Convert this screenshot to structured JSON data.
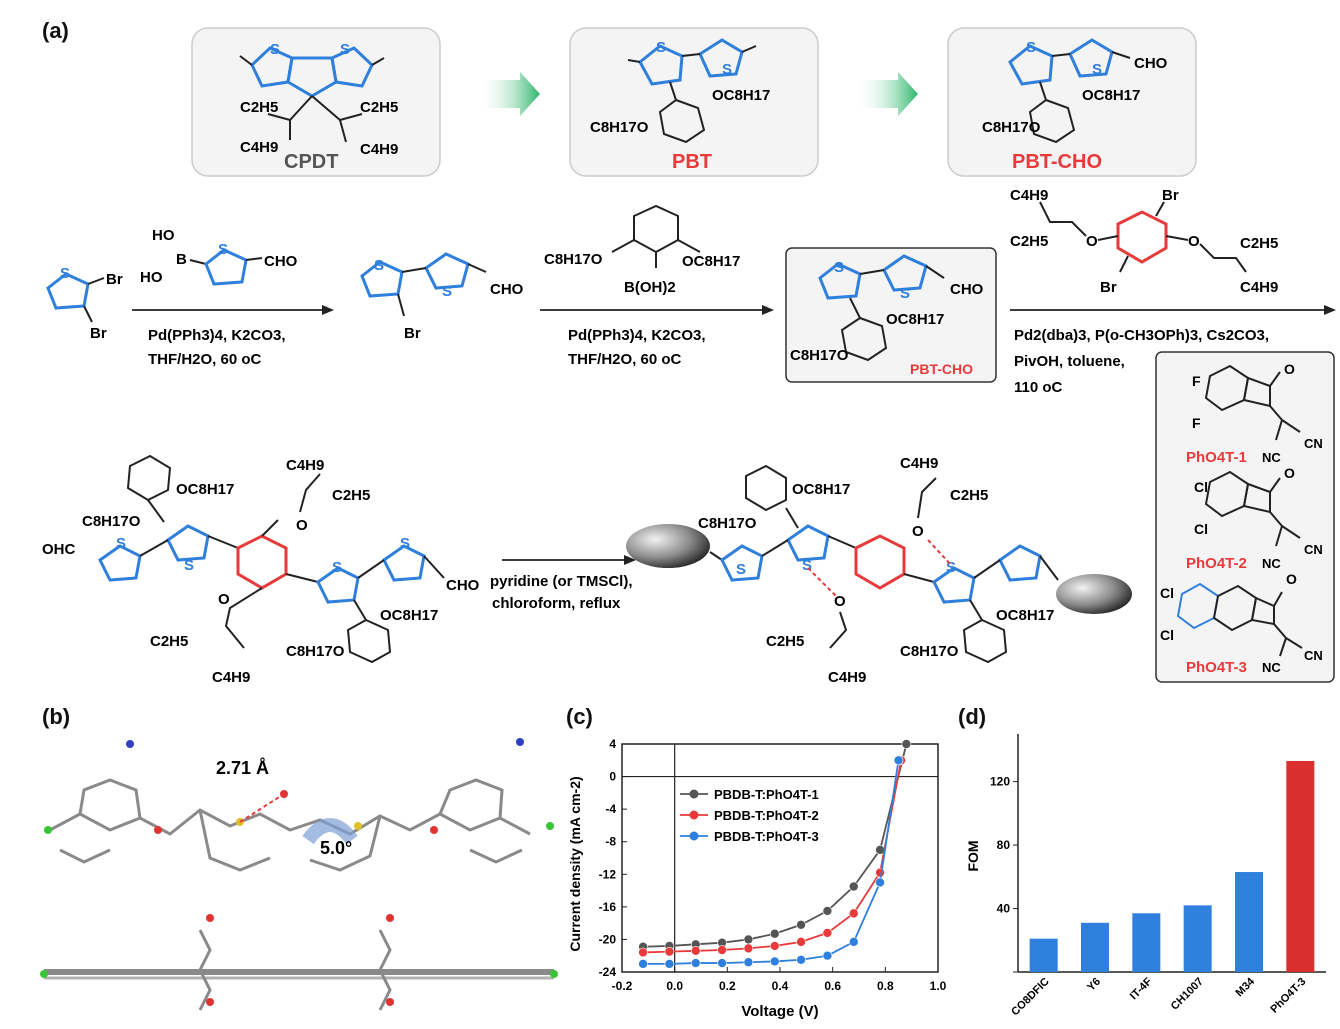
{
  "panels": {
    "a": "(a)",
    "b": "(b)",
    "c": "(c)",
    "d": "(d)"
  },
  "scheme": {
    "boxes": [
      {
        "name": "CPDT",
        "color": "#555555"
      },
      {
        "name": "PBT",
        "color": "#e83a3a"
      },
      {
        "name": "PBT-CHO",
        "color": "#e83a3a"
      }
    ],
    "substituents": {
      "c2h5": "C2H5",
      "c4h9": "C4H9",
      "oc8h17": "OC8H17",
      "c8h17o": "C8H17O",
      "cho": "CHO",
      "br": "Br",
      "s": "S",
      "ho": "HO",
      "b": "B",
      "boh2": "B(OH)2",
      "ohc": "OHC",
      "o": "O",
      "f": "F",
      "cl": "Cl",
      "cn": "CN",
      "nc": "NC"
    },
    "step1": {
      "line1": "Pd(PPh3)4, K2CO3,",
      "line2": "THF/H2O, 60 oC"
    },
    "step2": {
      "line1": "Pd(PPh3)4, K2CO3,",
      "line2": "THF/H2O, 60 oC"
    },
    "intermediate_label": "PBT-CHO",
    "step3": {
      "line1": "Pd2(dba)3, P(o-CH3OPh)3, Cs2CO3,",
      "line2": "PivOH, toluene,",
      "line3": "110 oC"
    },
    "step4": {
      "line1": "pyridine (or TMSCl),",
      "line2": "chloroform, reflux"
    },
    "end_groups": [
      "PhO4T-1",
      "PhO4T-2",
      "PhO4T-3"
    ]
  },
  "crystal": {
    "distance": "2.71 Å",
    "angle": "5.0°"
  },
  "jv": {
    "chart_data": {
      "type": "line",
      "xlabel": "Voltage (V)",
      "ylabel": "Current density (mA cm-2)",
      "xlim": [
        -0.2,
        1.0
      ],
      "ylim": [
        -24,
        4
      ],
      "xticks": [
        "-0.2",
        "0.0",
        "0.2",
        "0.4",
        "0.6",
        "0.8",
        "1.0"
      ],
      "yticks": [
        "4",
        "0",
        "-4",
        "-8",
        "-12",
        "-16",
        "-20",
        "-24"
      ],
      "legend_placement": "center-right",
      "series": [
        {
          "name": "PBDB-T:PhO4T-1",
          "color": "#555555",
          "x": [
            -0.12,
            -0.02,
            0.08,
            0.18,
            0.28,
            0.38,
            0.48,
            0.58,
            0.68,
            0.78,
            0.88
          ],
          "y": [
            -20.9,
            -20.8,
            -20.6,
            -20.4,
            -20.0,
            -19.3,
            -18.2,
            -16.5,
            -13.5,
            -9.0,
            4.0
          ]
        },
        {
          "name": "PBDB-T:PhO4T-2",
          "color": "#e83a3a",
          "x": [
            -0.12,
            -0.02,
            0.08,
            0.18,
            0.28,
            0.38,
            0.48,
            0.58,
            0.68,
            0.78,
            0.86
          ],
          "y": [
            -21.6,
            -21.5,
            -21.4,
            -21.3,
            -21.1,
            -20.8,
            -20.3,
            -19.2,
            -16.8,
            -11.8,
            2.0
          ]
        },
        {
          "name": "PBDB-T:PhO4T-3",
          "color": "#2f7fdc",
          "x": [
            -0.12,
            -0.02,
            0.08,
            0.18,
            0.28,
            0.38,
            0.48,
            0.58,
            0.68,
            0.78,
            0.85
          ],
          "y": [
            -23.0,
            -23.0,
            -22.9,
            -22.9,
            -22.8,
            -22.7,
            -22.5,
            -22.0,
            -20.3,
            -13.0,
            2.0
          ]
        }
      ]
    }
  },
  "fom": {
    "chart_data": {
      "type": "bar",
      "ylabel": "FOM",
      "ylim": [
        0,
        150
      ],
      "yticks": [
        "40",
        "80",
        "120"
      ],
      "categories": [
        "CO8DFIC",
        "Y6",
        "IT-4F",
        "CH1007",
        "M34",
        "PhO4T-3"
      ],
      "values": [
        21,
        31,
        37,
        42,
        63,
        133
      ],
      "colors": [
        "#2f7fdc",
        "#2f7fdc",
        "#2f7fdc",
        "#2f7fdc",
        "#2f7fdc",
        "#d9302f"
      ]
    }
  }
}
